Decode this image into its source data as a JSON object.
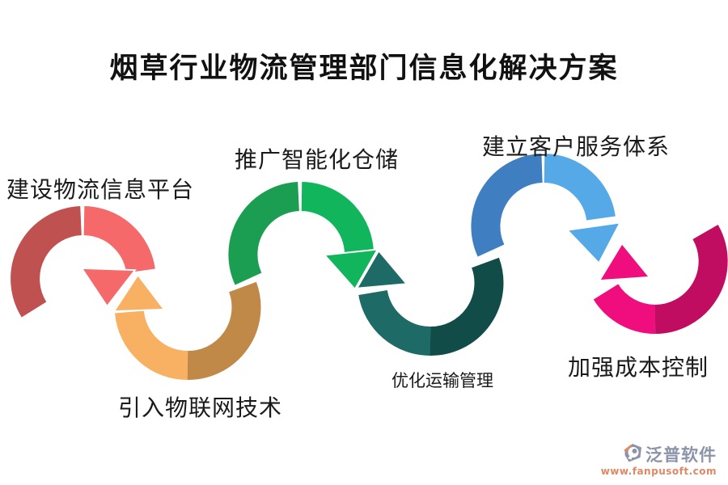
{
  "title": "烟草行业物流管理部门信息化解决方案",
  "background": "#ffffff",
  "text_color": "#1a1a1a",
  "steps": [
    {
      "label": "建设物流信息平台",
      "shape": "arch-down-arrow",
      "color_dark": "#bf5251",
      "color_light": "#f5696a"
    },
    {
      "label": "引入物联网技术",
      "shape": "valley-up-arrow",
      "color_light": "#f8b063",
      "color_dark": "#c18948"
    },
    {
      "label": "推广智能化仓储",
      "shape": "arch-down-arrow",
      "color_dark": "#1b9e51",
      "color_light": "#10b55c"
    },
    {
      "label": "优化运输管理",
      "shape": "valley-up-arrow",
      "color_light": "#1d6a66",
      "color_dark": "#114c49"
    },
    {
      "label": "建立客户服务体系",
      "shape": "arch-down-arrow",
      "color_dark": "#3f7fc1",
      "color_light": "#55a9e6"
    },
    {
      "label": "加强成本控制",
      "shape": "valley-up-arrow",
      "color_light": "#f00e7e",
      "color_dark": "#c00d61"
    }
  ],
  "logo": {
    "name": "泛普软件",
    "url": "www.fanpusoft.com",
    "icon": "fanpu-swirl-icon",
    "text_color": "#8b94a9",
    "accent_color": "#e08763"
  }
}
